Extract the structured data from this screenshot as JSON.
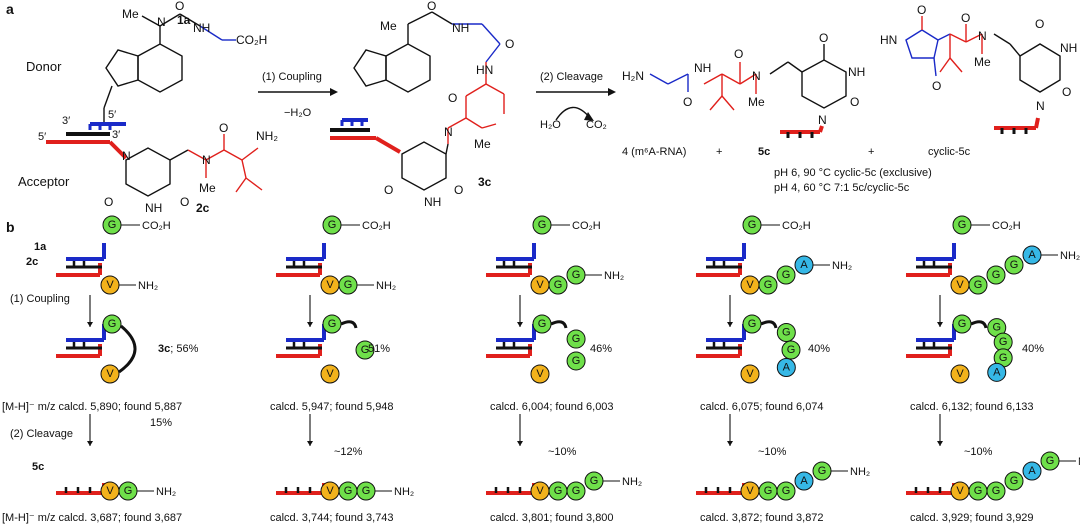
{
  "panel_a": {
    "label": "a",
    "donor_label": "Donor",
    "acceptor_label": "Acceptor",
    "compound_1a": "1a",
    "compound_2c": "2c",
    "compound_3c": "3c",
    "prime_3a": "3′",
    "prime_5a": "5′",
    "prime_5b": "5′",
    "prime_3b": "3′",
    "step1_label": "(1) Coupling",
    "step1_sub": "−H₂O",
    "step2_label": "(2) Cleavage",
    "h2o": "H₂O",
    "co2": "CO₂",
    "product_4": "4 (m⁶A-RNA)",
    "plus": "+",
    "product_5c": "5c",
    "product_cyclic": "cyclic-5c",
    "condition_1": "pH 6, 90 °C  cyclic-5c (exclusive)",
    "condition_2": "pH 4, 60 °C  7:1 5c/cyclic-5c",
    "atoms": {
      "me": "Me",
      "n": "N",
      "nh": "NH",
      "hn": "HN",
      "o": "O",
      "co2h": "CO₂H",
      "nh2": "NH₂",
      "h2n": "H₂N"
    }
  },
  "panel_b": {
    "label": "b",
    "row_labels": {
      "c1a": "1a",
      "c2c": "2c",
      "coupling": "(1) Coupling",
      "cleavage": "(2) Cleavage",
      "c5c": "5c",
      "c3c": "3c"
    },
    "residues": {
      "G": "G",
      "V": "V",
      "A": "A"
    },
    "end_groups": {
      "co2h": "CO₂H",
      "nh2": "NH₂"
    },
    "columns": [
      {
        "coupling_yield": "; 56%",
        "mass_mid": "[M-H]⁻ m/z calcd. 5,890; found 5,887",
        "cleavage_yield": "15%",
        "mass_bottom": "[M-H]⁻ m/z calcd. 3,687; found 3,687"
      },
      {
        "coupling_yield": "51%",
        "mass_mid": "calcd. 5,947; found 5,948",
        "cleavage_yield": "~12%",
        "mass_bottom": "calcd. 3,744; found 3,743"
      },
      {
        "coupling_yield": "46%",
        "mass_mid": "calcd. 6,004; found 6,003",
        "cleavage_yield": "~10%",
        "mass_bottom": "calcd. 3,801; found 3,800"
      },
      {
        "coupling_yield": "40%",
        "mass_mid": "calcd. 6,075; found 6,074",
        "cleavage_yield": "~10%",
        "mass_bottom": "calcd. 3,872; found 3,872"
      },
      {
        "coupling_yield": "40%",
        "mass_mid": "calcd. 6,132; found 6,133",
        "cleavage_yield": "~10%",
        "mass_bottom": "calcd. 3,929; found 3,929"
      }
    ]
  },
  "colors": {
    "rna_red": "#e0201c",
    "donor_blue": "#1a2ac8",
    "glycine_green": "#6fe04a",
    "valine_orange": "#f2b21c",
    "alanine_cyan": "#36b8e6",
    "ink": "#111111"
  }
}
